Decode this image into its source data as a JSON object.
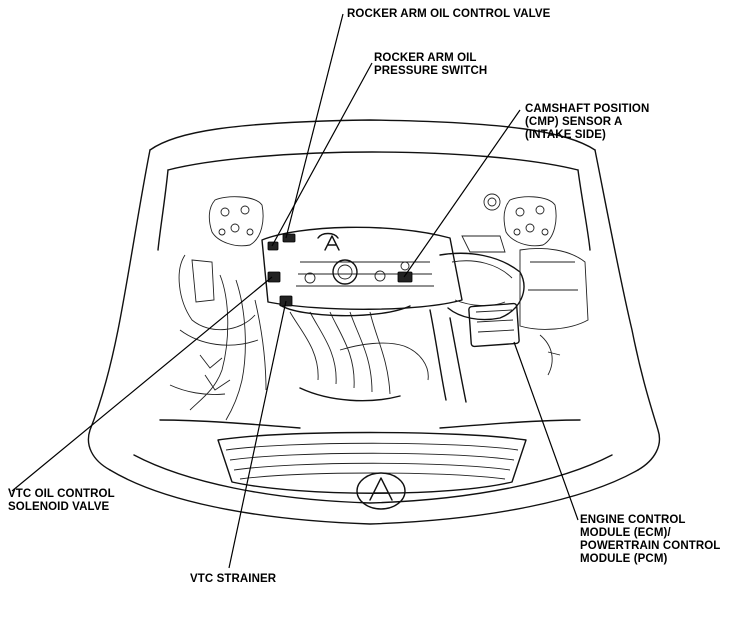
{
  "labels": {
    "rocker_valve": [
      "ROCKER ARM OIL CONTROL VALVE"
    ],
    "rocker_switch": [
      "ROCKER ARM OIL",
      "PRESSURE SWITCH"
    ],
    "cmp_sensor": [
      "CAMSHAFT POSITION",
      "(CMP) SENSOR A",
      "(INTAKE SIDE)"
    ],
    "vtc_solenoid": [
      "VTC OIL CONTROL",
      "SOLENOID VALVE"
    ],
    "vtc_strainer": [
      "VTC STRAINER"
    ],
    "ecm": [
      "ENGINE CONTROL",
      "MODULE (ECM)/",
      "POWERTRAIN CONTROL",
      "MODULE (PCM)"
    ]
  }
}
